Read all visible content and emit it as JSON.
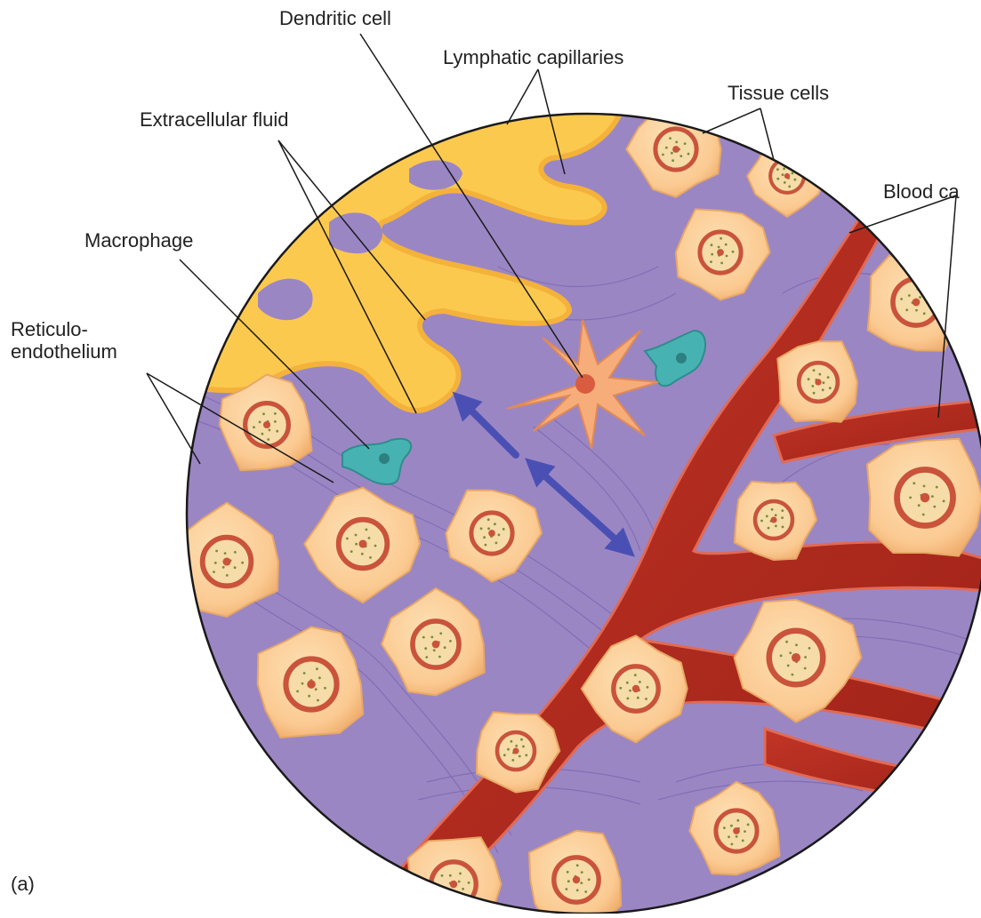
{
  "labels": {
    "dendritic_cell": "Dendritic cell",
    "lymphatic_capillaries": "Lymphatic capillaries",
    "tissue_cells": "Tissue cells",
    "extracellular_fluid": "Extracellular fluid",
    "blood_capillaries": "Blood ca",
    "macrophage": "Macrophage",
    "reticulo_line1": "Reticulo-",
    "reticulo_line2": "endothelium",
    "panel": "(a)"
  },
  "colors": {
    "interstitium": "#9b86c4",
    "contour_lines": "#6c5aa6",
    "lymphatic": "#fcc94f",
    "lymphatic_edge": "#f4b23a",
    "tissue_cell": "#fbc98f",
    "tissue_cell_edge": "#e7a866",
    "nucleus_ring": "#c9533b",
    "nucleus_fill": "#f6dca8",
    "blood_vessel": "#b52a1f",
    "blood_vessel_edge": "#e06a55",
    "macrophage": "#47b2b2",
    "dendritic": "#f7ad7a",
    "arrow": "#4a50b3",
    "leader_line": "#1a1a1a"
  }
}
